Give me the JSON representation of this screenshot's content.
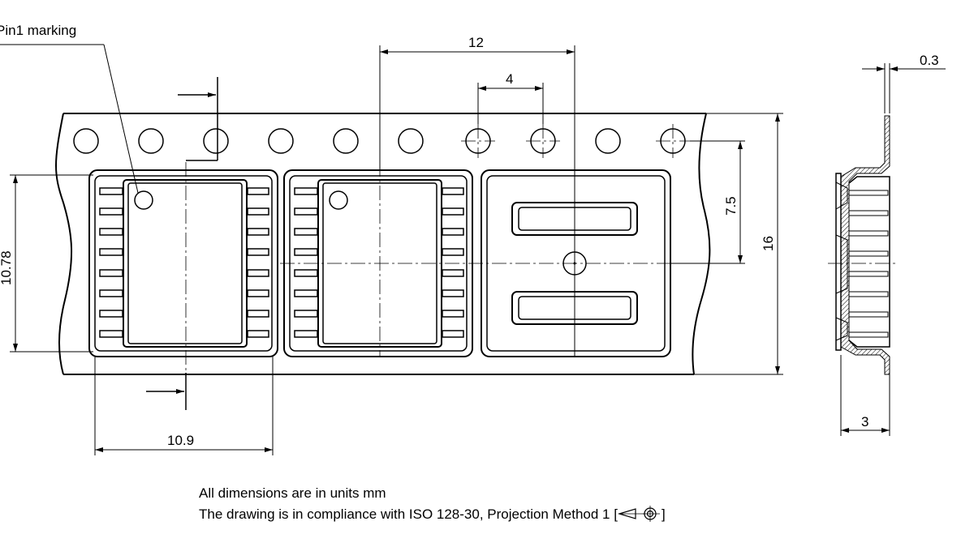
{
  "labels": {
    "pin1_marking": "Pin1 marking"
  },
  "dimensions": {
    "pitch_12": "12",
    "hole_pitch_4": "4",
    "thickness_0_3": "0.3",
    "offset_7_5": "7.5",
    "tape_width_16": "16",
    "height_10_78": "10.78",
    "width_10_9": "10.9",
    "depth_3": "3"
  },
  "notes": {
    "units": "All dimensions are in units mm",
    "iso": "The drawing is in compliance with ISO 128-30, Projection Method 1 ["
  }
}
